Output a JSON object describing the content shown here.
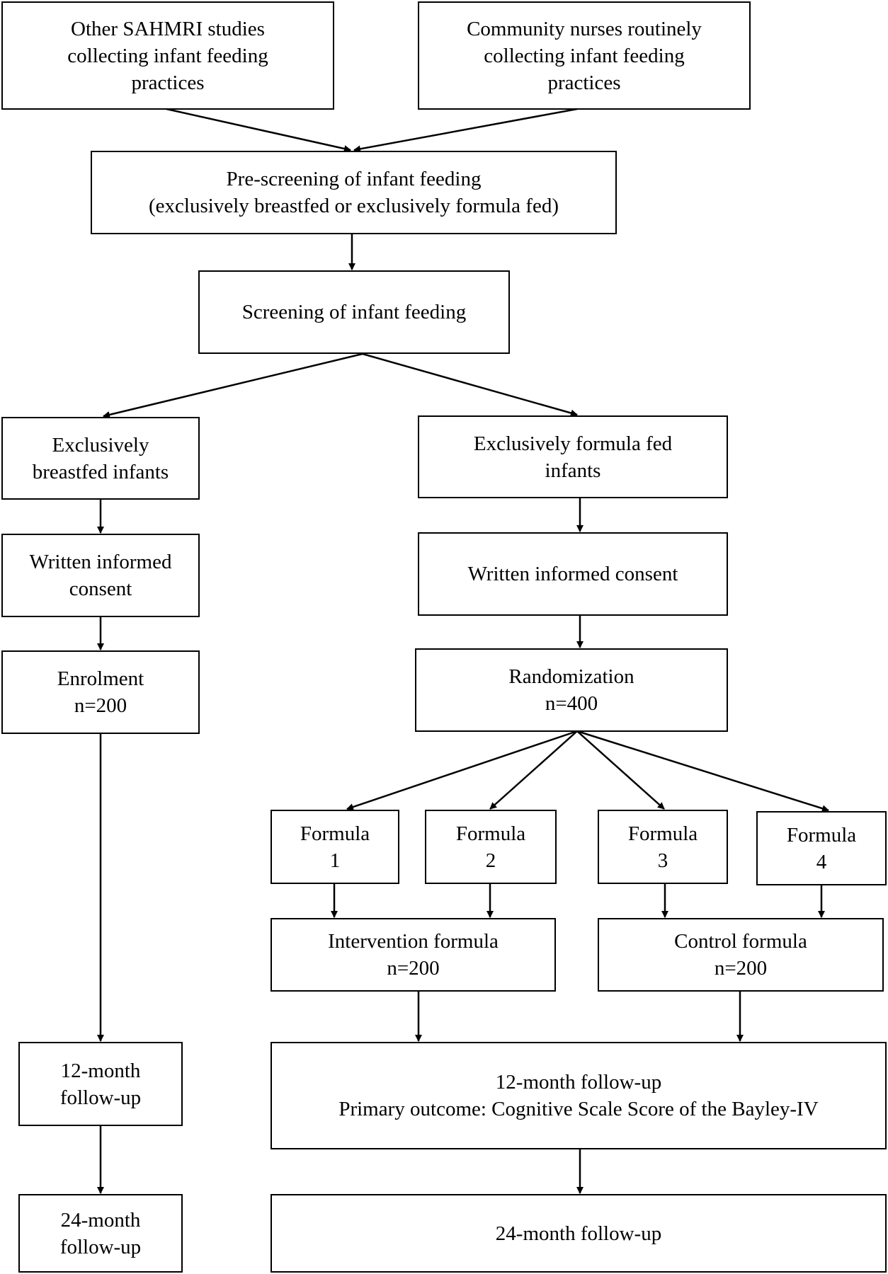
{
  "boxes": {
    "source_sahmri": [
      "Other SAHMRI studies",
      "collecting infant feeding",
      "practices"
    ],
    "source_nurses": [
      "Community nurses routinely",
      "collecting infant feeding",
      "practices"
    ],
    "prescreening": [
      "Pre-screening of infant feeding",
      "(exclusively breastfed or exclusively formula fed)"
    ],
    "screening": [
      "Screening of infant feeding"
    ],
    "breastfed": [
      "Exclusively",
      "breastfed infants"
    ],
    "formula_fed": [
      "Exclusively formula fed",
      "infants"
    ],
    "consent_left": [
      "Written informed",
      "consent"
    ],
    "consent_right": [
      "Written informed consent"
    ],
    "enrolment": [
      "Enrolment",
      "n=200"
    ],
    "randomization": [
      "Randomization",
      "n=400"
    ],
    "formula1": [
      "Formula",
      "1"
    ],
    "formula2": [
      "Formula",
      "2"
    ],
    "formula3": [
      "Formula",
      "3"
    ],
    "formula4": [
      "Formula",
      "4"
    ],
    "intervention": [
      "Intervention formula",
      "n=200"
    ],
    "control": [
      "Control formula",
      "n=200"
    ],
    "followup12_left": [
      "12-month",
      "follow-up"
    ],
    "followup12_right": [
      "12-month follow-up",
      "Primary outcome: Cognitive Scale Score of the Bayley-IV"
    ],
    "followup24_left": [
      "24-month",
      "follow-up"
    ],
    "followup24_right": [
      "24-month follow-up"
    ]
  }
}
